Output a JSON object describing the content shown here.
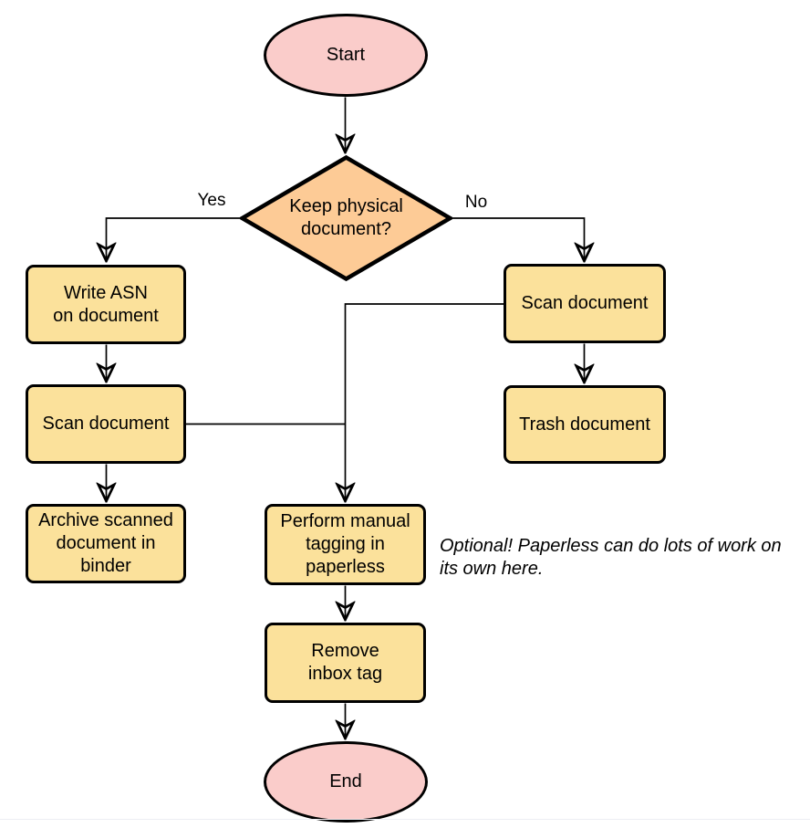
{
  "diagram": {
    "nodes": {
      "start": {
        "label": "Start",
        "shape": "terminator",
        "fill": "#FACCCA"
      },
      "decision": {
        "label": "Keep physical\ndocument?",
        "shape": "decision",
        "fill": "#FDCB96"
      },
      "write_asn": {
        "label": "Write ASN\non document",
        "shape": "process",
        "fill": "#FBE19B"
      },
      "scan_left": {
        "label": "Scan document",
        "shape": "process",
        "fill": "#FBE19B"
      },
      "archive": {
        "label": "Archive scanned\ndocument in\nbinder",
        "shape": "process",
        "fill": "#FBE19B"
      },
      "scan_right": {
        "label": "Scan document",
        "shape": "process",
        "fill": "#FBE19B"
      },
      "trash": {
        "label": "Trash document",
        "shape": "process",
        "fill": "#FBE19B"
      },
      "tagging": {
        "label": "Perform manual\ntagging in\npaperless",
        "shape": "process",
        "fill": "#FBE19B"
      },
      "remove_inbox": {
        "label": "Remove\ninbox tag",
        "shape": "process",
        "fill": "#FBE19B"
      },
      "end": {
        "label": "End",
        "shape": "terminator",
        "fill": "#FACCCA"
      }
    },
    "edge_labels": {
      "yes": "Yes",
      "no": "No"
    },
    "annotation": "Optional! Paperless can do lots of work on\nits own here.",
    "colors": {
      "terminator_fill": "#FACCCA",
      "decision_fill": "#FDCB96",
      "process_fill": "#FBE19B",
      "stroke": "#000000",
      "text": "#000000"
    }
  }
}
